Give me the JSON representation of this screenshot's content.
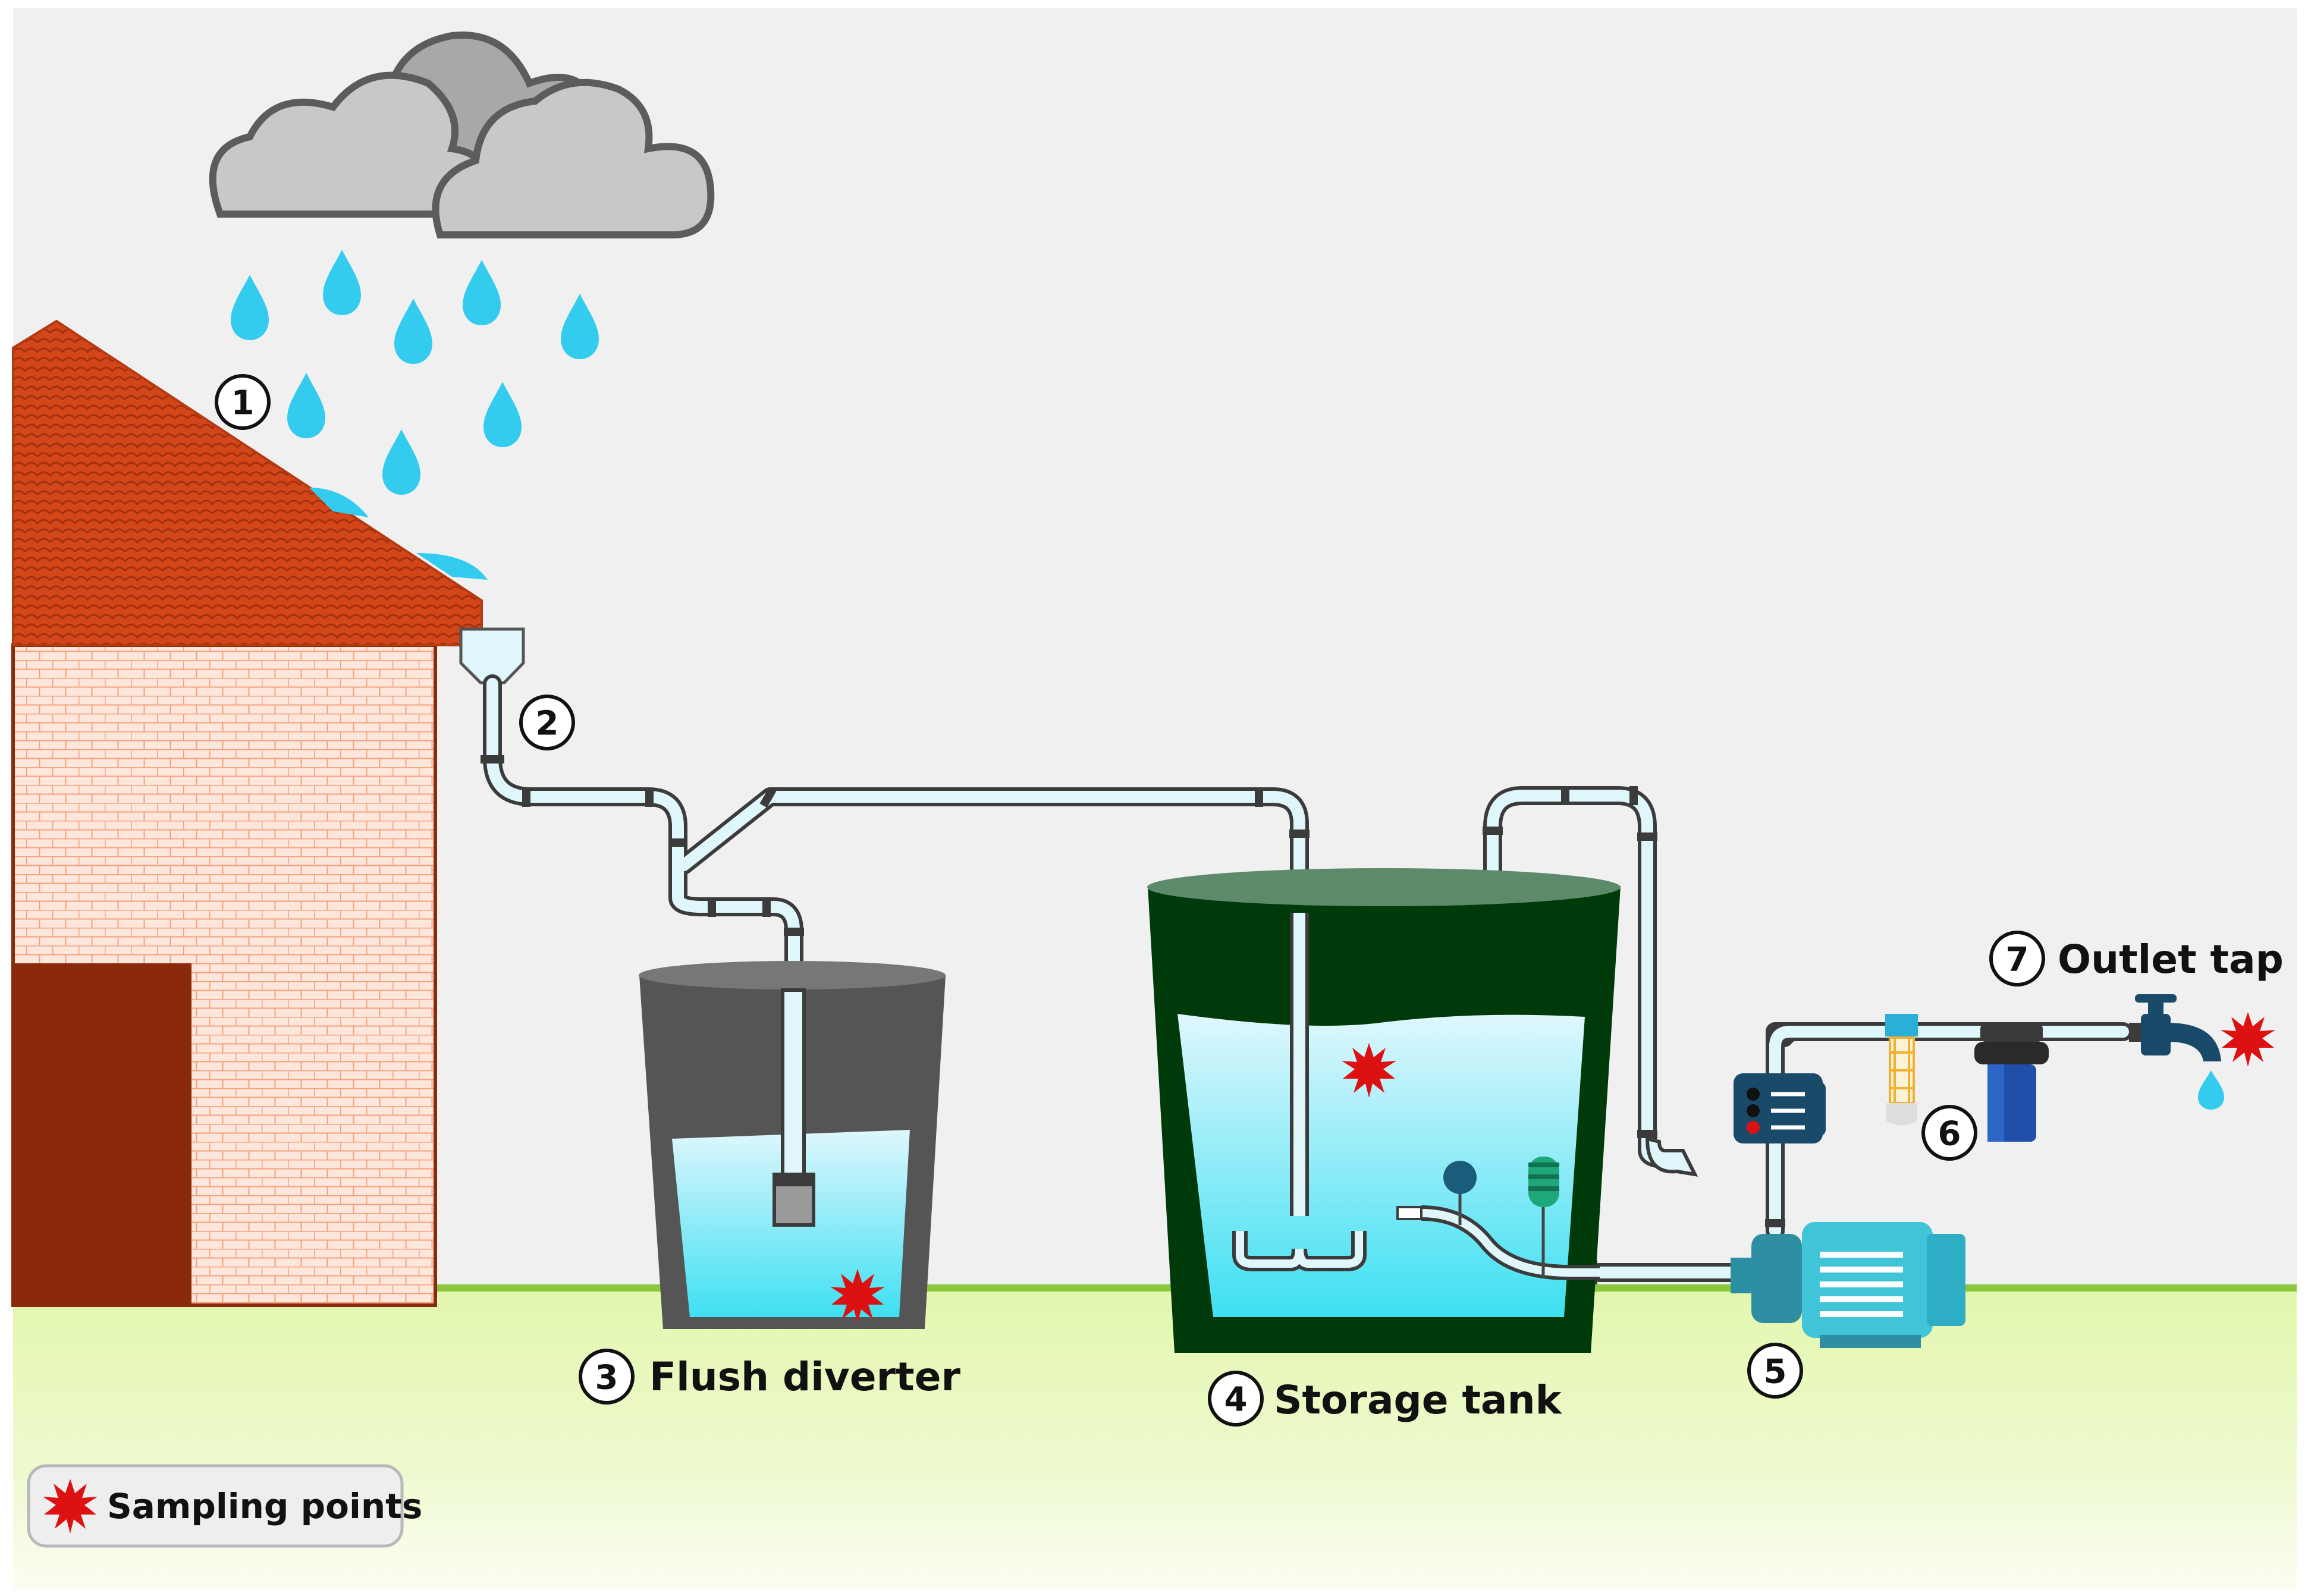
{
  "labels": {
    "roof_number": "1",
    "gutter_number": "2",
    "flush_diverter_number": "3",
    "flush_diverter": "Flush diverter",
    "storage_tank_number": "4",
    "storage_tank": "Storage tank",
    "pump_number": "5",
    "filter_number": "6",
    "outlet_tap_number": "7",
    "outlet_tap": "Outlet tap"
  },
  "legend": {
    "sampling_points": "Sampling points"
  },
  "colors": {
    "sky": "#f0f0f0",
    "ground": "#e6f7b5",
    "grass_line": "#8cc63f",
    "roof": "#d2461a",
    "wall": "#fbe3d8",
    "door": "#8b2a0a",
    "cloud": "#c8c8c8",
    "rain": "#33ccee",
    "water": "#a8ecf8",
    "diverter_tank": "#555555",
    "storage_tank": "#003a0a",
    "pump": "#40c4d8",
    "filter_blue": "#1f4fa8",
    "sampling_point": "#dd1111"
  },
  "icons": {
    "sampling_point": "red-starburst-icon",
    "cloud": "cloud-icon",
    "raindrop": "raindrop-icon",
    "pump": "pump-icon",
    "tap": "tap-icon",
    "filter": "filter-icon",
    "controller": "pressure-controller-icon"
  }
}
